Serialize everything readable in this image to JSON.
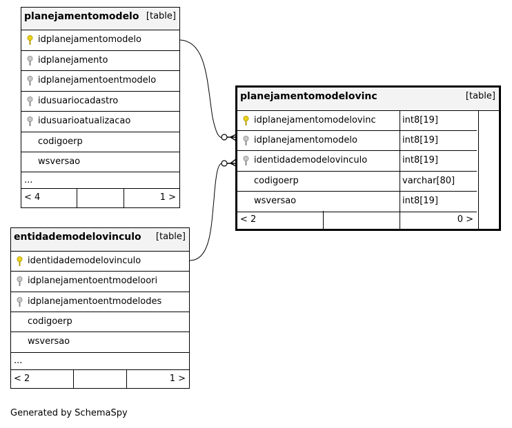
{
  "tables": {
    "planejamentomodelo": {
      "name": "planejamentomodelo",
      "kind": "[table]",
      "columns": [
        "idplanejamentomodelo",
        "idplanejamento",
        "idplanejamentoentmodelo",
        "idusuariocadastro",
        "idusuarioatualizacao",
        "codigoerp",
        "wsversao"
      ],
      "more": "...",
      "footer": {
        "left": "< 4",
        "right": "1 >"
      }
    },
    "entidademodelovinculo": {
      "name": "entidademodelovinculo",
      "kind": "[table]",
      "columns": [
        "identidademodelovinculo",
        "idplanejamentoentmodeloori",
        "idplanejamentoentmodelodes",
        "codigoerp",
        "wsversao"
      ],
      "more": "...",
      "footer": {
        "left": "< 2",
        "right": "1 >"
      }
    },
    "planejamentomodelovinc": {
      "name": "planejamentomodelovinc",
      "kind": "[table]",
      "columns": [
        "idplanejamentomodelovinc",
        "idplanejamentomodelo",
        "identidademodelovinculo",
        "codigoerp",
        "wsversao"
      ],
      "types": [
        "int8[19]",
        "int8[19]",
        "int8[19]",
        "varchar[80]",
        "int8[19]"
      ],
      "footer": {
        "left": "< 2",
        "right": "0 >"
      }
    }
  },
  "colors": {
    "primary_key": "#e8d21a",
    "foreign_key": "#9a9a9a",
    "header_bg": "#f3f3f3"
  },
  "generated_by": "Generated by SchemaSpy"
}
